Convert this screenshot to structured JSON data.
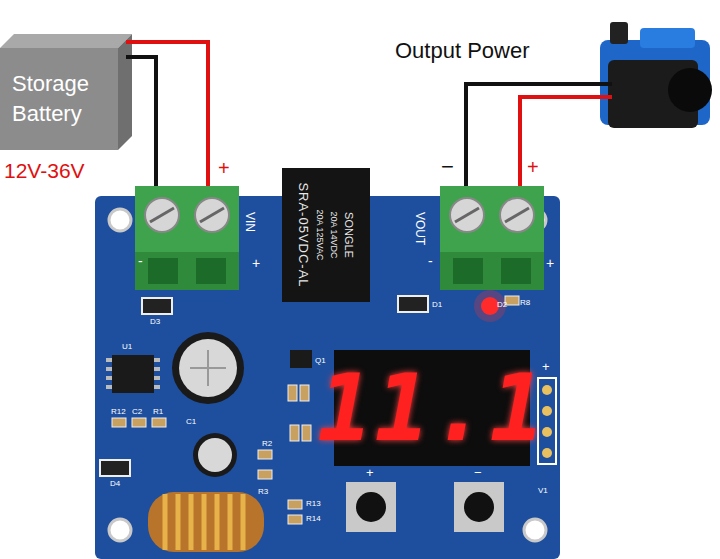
{
  "diagram": {
    "nodes": [
      {
        "text": [
          "Storage Battery"
        ]
      },
      {
        "text": [
          "SONGLE",
          "20A 14VDC",
          "20A 125VAC",
          "SRA-05VDC-AL"
        ]
      },
      {
        "text": [
          "11.1"
        ]
      }
    ],
    "labels": [
      "12V-36V",
      "+",
      "Output Power",
      "−",
      "+",
      "VIN",
      "-",
      "+",
      "VOUT",
      "-",
      "+",
      "D3",
      "D1",
      "D2",
      "R8",
      "U1",
      "Q1",
      "R12",
      "C2",
      "R1",
      "C1",
      "D4",
      "R2",
      "R3",
      "R13",
      "R14",
      "V1",
      "+",
      "+",
      "−"
    ]
  }
}
